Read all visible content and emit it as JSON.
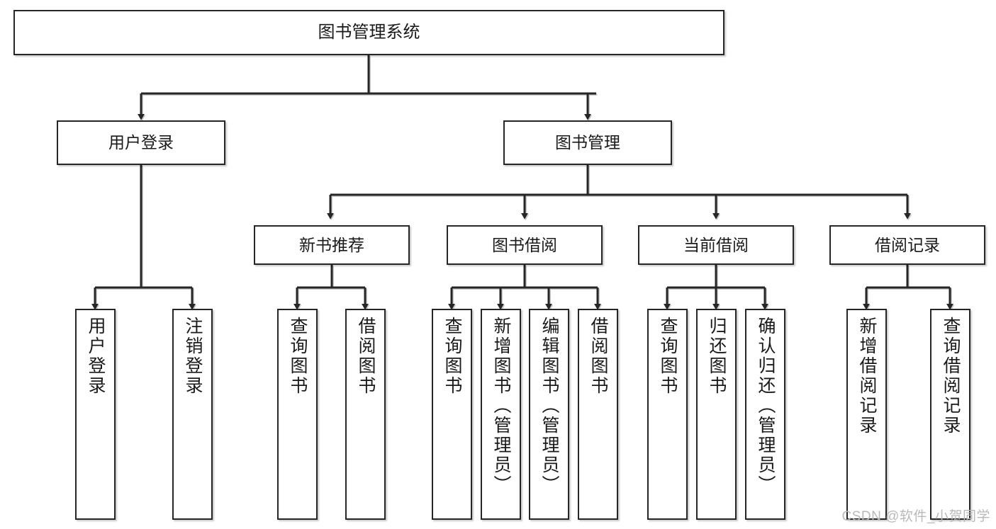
{
  "diagram": {
    "title": "图书管理系统",
    "type": "tree",
    "style": {
      "background": "#ffffff",
      "node_fill": "#ffffff",
      "node_stroke": "#262626",
      "edge_color": "#262626",
      "text_color": "#1a1a1a"
    },
    "watermark": "CSDN @软件_小贺同学",
    "levels": {
      "root": {
        "label": "图书管理系统"
      },
      "level2": [
        {
          "label": "用户登录"
        },
        {
          "label": "图书管理"
        }
      ],
      "level3": [
        {
          "label": "新书推荐"
        },
        {
          "label": "图书借阅"
        },
        {
          "label": "当前借阅"
        },
        {
          "label": "借阅记录"
        }
      ],
      "leaves": [
        {
          "label": "用户登录",
          "parent": "用户登录"
        },
        {
          "label": "注销登录",
          "parent": "用户登录"
        },
        {
          "label": "查询图书",
          "parent": "新书推荐"
        },
        {
          "label": "借阅图书",
          "parent": "新书推荐"
        },
        {
          "label": "查询图书",
          "parent": "图书借阅"
        },
        {
          "label": "新增图书（管理员）",
          "parent": "图书借阅"
        },
        {
          "label": "编辑图书（管理员）",
          "parent": "图书借阅"
        },
        {
          "label": "借阅图书",
          "parent": "图书借阅"
        },
        {
          "label": "查询图书",
          "parent": "当前借阅"
        },
        {
          "label": "归还图书",
          "parent": "当前借阅"
        },
        {
          "label": "确认归还（管理员）",
          "parent": "当前借阅"
        },
        {
          "label": "新增借阅记录",
          "parent": "借阅记录"
        },
        {
          "label": "查询借阅记录",
          "parent": "借阅记录"
        }
      ]
    }
  }
}
